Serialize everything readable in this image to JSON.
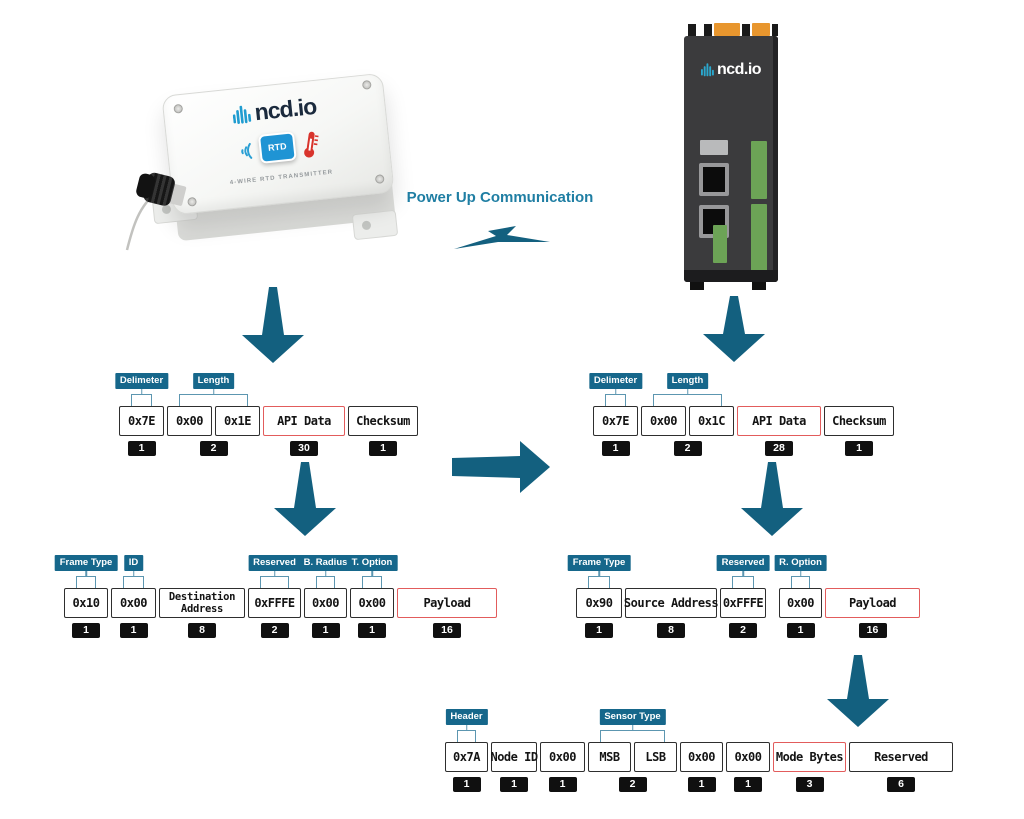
{
  "colors": {
    "arrow_teal": "#13607F",
    "chip_bg": "#16678B",
    "bracket_line": "#5C96B0",
    "box_border": "#2E2E2E",
    "highlight_red": "#E25C5C",
    "count_bg": "#101010",
    "brand_navy": "#1B2A3D",
    "brand_teal": "#1F9CD0",
    "gateway_green": "#6CA356",
    "gateway_orange": "#E8962E"
  },
  "header": {
    "communication_label": "Power Up Communication"
  },
  "devices": {
    "sensor": {
      "brand": "ncd.io",
      "module_label": "RTD",
      "device_label": "4-WIRE RTD TRANSMITTER"
    },
    "gateway": {
      "brand": "ncd.io"
    }
  },
  "frames": [
    {
      "name": "sensor-api-frame",
      "fields": [
        {
          "label": "Delimeter",
          "count": "1",
          "boxes": [
            {
              "text": "0x7E",
              "w": 45
            }
          ]
        },
        {
          "label": "Length",
          "count": "2",
          "boxes": [
            {
              "text": "0x00",
              "w": 45
            },
            {
              "text": "0x1E",
              "w": 45
            }
          ]
        },
        {
          "count": "30",
          "boxes": [
            {
              "text": "API Data",
              "w": 82,
              "red": true
            }
          ]
        },
        {
          "count": "1",
          "boxes": [
            {
              "text": "Checksum",
              "w": 70
            }
          ]
        }
      ]
    },
    {
      "name": "gateway-api-frame",
      "fields": [
        {
          "label": "Delimeter",
          "count": "1",
          "boxes": [
            {
              "text": "0x7E",
              "w": 45
            }
          ]
        },
        {
          "label": "Length",
          "count": "2",
          "boxes": [
            {
              "text": "0x00",
              "w": 45
            },
            {
              "text": "0x1C",
              "w": 45
            }
          ]
        },
        {
          "count": "28",
          "boxes": [
            {
              "text": "API Data",
              "w": 84,
              "red": true
            }
          ]
        },
        {
          "count": "1",
          "boxes": [
            {
              "text": "Checksum",
              "w": 70
            }
          ]
        }
      ]
    },
    {
      "name": "sensor-api-data-frame",
      "fields": [
        {
          "label": "Frame Type",
          "count": "1",
          "boxes": [
            {
              "text": "0x10",
              "w": 44
            }
          ]
        },
        {
          "label": "ID",
          "count": "1",
          "boxes": [
            {
              "text": "0x00",
              "w": 45
            }
          ]
        },
        {
          "count": "8",
          "boxes": [
            {
              "text": "Destination Address",
              "w": 86,
              "wrap": true
            }
          ]
        },
        {
          "label": "Reserved",
          "count": "2",
          "boxes": [
            {
              "text": "0xFFFE",
              "w": 53
            }
          ]
        },
        {
          "label": "B. Radius",
          "count": "1",
          "boxes": [
            {
              "text": "0x00",
              "w": 43
            }
          ]
        },
        {
          "label": "T. Option",
          "count": "1",
          "boxes": [
            {
              "text": "0x00",
              "w": 44
            }
          ]
        },
        {
          "count": "16",
          "boxes": [
            {
              "text": "Payload",
              "w": 100,
              "red": true
            }
          ]
        }
      ]
    },
    {
      "name": "gateway-api-data-frame",
      "fields": [
        {
          "label": "Frame Type",
          "count": "1",
          "boxes": [
            {
              "text": "0x90",
              "w": 46
            }
          ]
        },
        {
          "count": "8",
          "boxes": [
            {
              "text": "Source Address",
              "w": 92
            }
          ]
        },
        {
          "label": "Reserved",
          "count": "2",
          "boxes": [
            {
              "text": "0xFFFE",
              "w": 46
            }
          ]
        },
        {
          "label": "R. Option",
          "count": "1",
          "ml": 10,
          "boxes": [
            {
              "text": "0x00",
              "w": 43
            }
          ]
        },
        {
          "count": "16",
          "boxes": [
            {
              "text": "Payload",
              "w": 95,
              "red": true
            }
          ]
        }
      ]
    },
    {
      "name": "payload-frame",
      "fields": [
        {
          "label": "Header",
          "count": "1",
          "boxes": [
            {
              "text": "0x7A",
              "w": 43
            }
          ]
        },
        {
          "count": "1",
          "boxes": [
            {
              "text": "Node ID",
              "w": 46
            }
          ]
        },
        {
          "count": "1",
          "boxes": [
            {
              "text": "0x00",
              "w": 45
            }
          ]
        },
        {
          "label": "Sensor Type",
          "count": "2",
          "boxes": [
            {
              "text": "MSB",
              "w": 43
            },
            {
              "text": "LSB",
              "w": 43
            }
          ]
        },
        {
          "count": "1",
          "boxes": [
            {
              "text": "0x00",
              "w": 43
            }
          ]
        },
        {
          "count": "1",
          "boxes": [
            {
              "text": "0x00",
              "w": 44
            }
          ]
        },
        {
          "count": "3",
          "boxes": [
            {
              "text": "Mode Bytes",
              "w": 73,
              "red": true
            }
          ]
        },
        {
          "count": "6",
          "boxes": [
            {
              "text": "Reserved",
              "w": 104
            }
          ]
        }
      ]
    }
  ]
}
